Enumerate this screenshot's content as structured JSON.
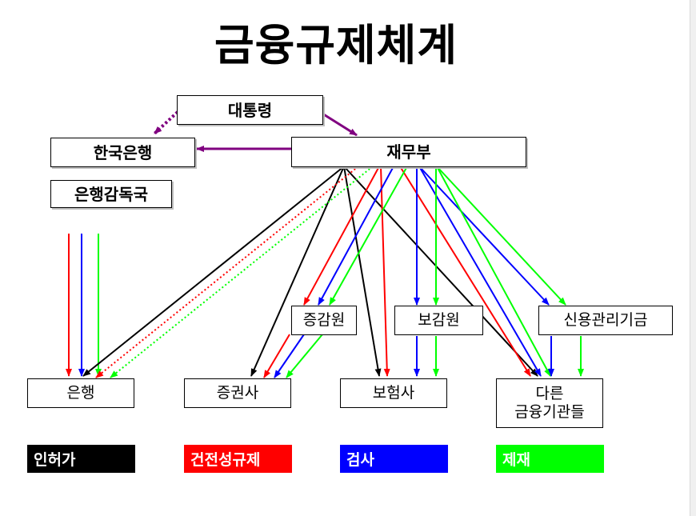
{
  "title": "금융규제체계",
  "nodes": {
    "president": "대통령",
    "bank_of_korea": "한국은행",
    "mof": "재무부",
    "bank_supervisory_board": "은행감독국",
    "securities_supervisory": "증감원",
    "insurance_supervisory": "보감원",
    "credit_management_fund": "신용관리기금",
    "banks": "은행",
    "securities_firms": "증권사",
    "insurers": "보험사",
    "other_line1": "다른",
    "other_line2": "금융기관들"
  },
  "legend": [
    {
      "label": "인허가",
      "color": "#000000"
    },
    {
      "label": "건전성규제",
      "color": "#ff0000"
    },
    {
      "label": "검사",
      "color": "#0000ff"
    },
    {
      "label": "제재",
      "color": "#00ff00"
    }
  ],
  "colors": {
    "purple": "#800080",
    "black": "#000000",
    "red": "#ff0000",
    "blue": "#0000ff",
    "green": "#00ff00"
  }
}
